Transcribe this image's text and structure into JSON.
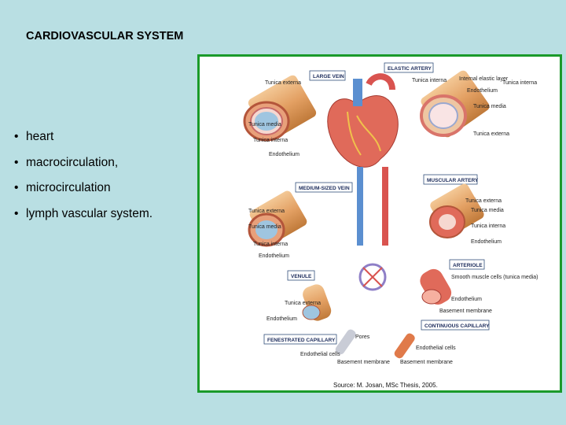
{
  "slide": {
    "title": "CARDIOVASCULAR SYSTEM",
    "bullets": [
      "heart",
      "macrocirculation,",
      "microcirculation",
      "lymph vascular system."
    ]
  },
  "figure": {
    "boxes": {
      "large_vein": "LARGE VEIN",
      "elastic_artery": "ELASTIC ARTERY",
      "muscular_artery": "MUSCULAR ARTERY",
      "medium_vein": "MEDIUM-SIZED VEIN",
      "arteriole": "ARTERIOLE",
      "venule": "VENULE",
      "continuous_capillary": "CONTINUOUS CAPILLARY",
      "fenestrated_capillary": "FENESTRATED CAPILLARY"
    },
    "labels": {
      "lv_tunica_externa": "Tunica externa",
      "lv_tunica_media": "Tunica media",
      "lv_tunica_interna": "Tunica interna",
      "lv_endothelium": "Endothelium",
      "ea_tunica_interna": "Tunica interna",
      "ea_internal_elastic": "Internal elastic layer",
      "ea_endothelium": "Endothelium",
      "ea_tunica_interna_r": "Tunica interna",
      "ea_tunica_media": "Tunica media",
      "ea_tunica_externa": "Tunica externa",
      "mv_tunica_externa": "Tunica externa",
      "mv_tunica_media": "Tunica media",
      "mv_tunica_interna": "Tunica interna",
      "mv_endothelium": "Endothelium",
      "ma_tunica_externa": "Tunica externa",
      "ma_tunica_media": "Tunica media",
      "ma_tunica_interna": "Tunica interna",
      "ma_endothelium": "Endothelium",
      "ar_smooth_muscle": "Smooth muscle cells (tunica media)",
      "ar_endothelium": "Endothelium",
      "ar_basement": "Basement membrane",
      "ve_tunica_externa": "Tunica externa",
      "ve_endothelium": "Endothelium",
      "pores": "Pores",
      "fc_endothelial": "Endothelial cells",
      "fc_basement": "Basement membrane",
      "cc_endothelial": "Endothelial cells",
      "cc_basement": "Basement membrane"
    },
    "source": "Source: M. Josan, MSc Thesis, 2005."
  },
  "colors": {
    "background": "#b9dfe3",
    "frame": "#1a9a2a",
    "artery": "#d9534f",
    "vein": "#5b8fd0",
    "tissue": "#e8b07a"
  }
}
